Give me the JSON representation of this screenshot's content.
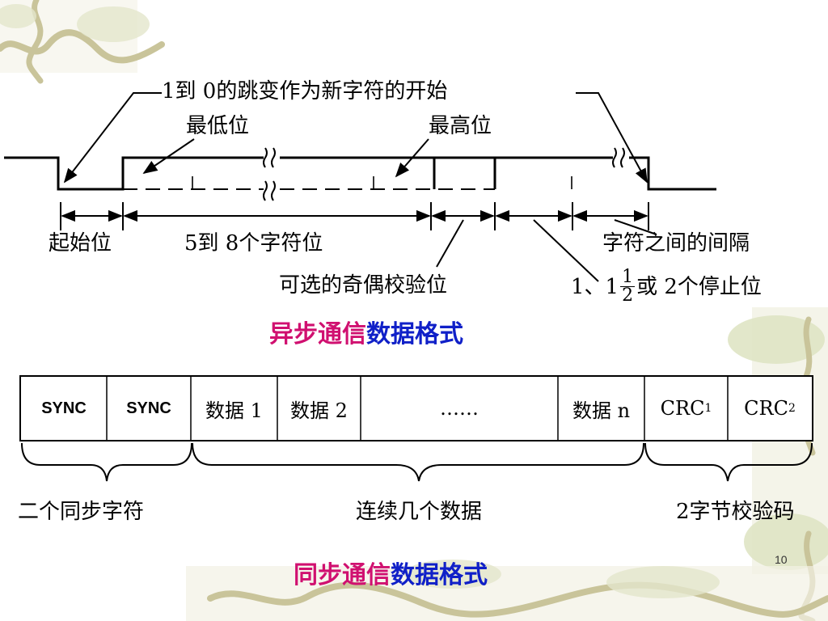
{
  "async_diagram": {
    "top_label": "1到 0的跳变作为新字符的开始",
    "lowest_bit": "最低位",
    "highest_bit": "最高位",
    "start_bit": "起始位",
    "data_bits": "5到 8个字符位",
    "parity_bit": "可选的奇偶校验位",
    "char_gap": "字符之间的间隔",
    "stop_bits_prefix": "1、1",
    "stop_frac_num": "1",
    "stop_frac_den": "2",
    "stop_bits_suffix": "或 2个停止位",
    "title_pink": "异步通信",
    "title_blue": "数据格式"
  },
  "sync_diagram": {
    "cells": {
      "sync1": "SYNC",
      "sync2": "SYNC",
      "data1": "数据 1",
      "data2": "数据 2",
      "ellipsis": "……",
      "datan": "数据 n",
      "crc1_main": "CRC",
      "crc1_sub": "1",
      "crc2_main": "CRC",
      "crc2_sub": "2"
    },
    "brace_labels": {
      "sync_chars": "二个同步字符",
      "continuous_data": "连续几个数据",
      "crc_bytes": "2字节校验码"
    },
    "title_pink": "同步通信",
    "title_blue": "数据格式"
  },
  "page_number": "10",
  "colors": {
    "title_pink": "#d01070",
    "title_blue": "#1020c8",
    "deco_vine": "#c8c6a0",
    "deco_green": "#dfe4c4"
  }
}
